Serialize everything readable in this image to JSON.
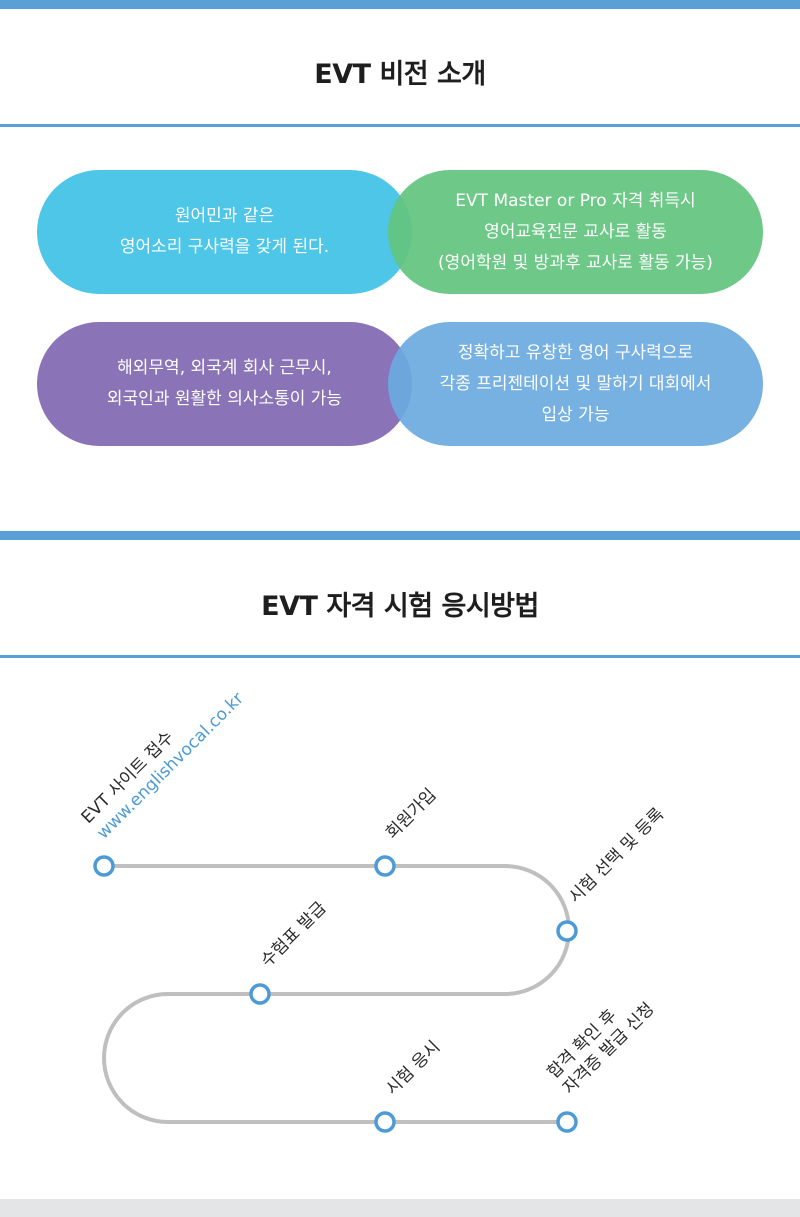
{
  "vision": {
    "title": "EVT 비전 소개",
    "pills": [
      {
        "lines": [
          "원어민과 같은",
          "영어소리 구사력을 갖게 된다."
        ],
        "color": "#4ec6e8"
      },
      {
        "lines": [
          "EVT Master or Pro 자격 취득시",
          "영어교육전문 교사로 활동",
          "(영어학원 및 방과후 교사로 활동 가능)"
        ],
        "color": "#62c47e"
      },
      {
        "lines": [
          "해외무역, 외국계 회사 근무시,",
          "외국인과 원활한 의사소통이 가능"
        ],
        "color": "#8b73b7"
      },
      {
        "lines": [
          "정확하고 유창한 영어 구사력으로",
          "각종 프리젠테이션 및 말하기 대회에서",
          "입상 가능"
        ],
        "color": "#6aaae0"
      }
    ]
  },
  "method": {
    "title": "EVT 자격 시험 응시방법",
    "steps": [
      {
        "label": "EVT 사이트 접수",
        "sub": "www.englishvocal.co.kr"
      },
      {
        "label": "회원가입"
      },
      {
        "label": "시험 선택 및 등록"
      },
      {
        "label": "수험표 발급"
      },
      {
        "label": "시험 응시"
      },
      {
        "label": "합격 확인 후",
        "sub2": "자격증 발급 신청"
      }
    ]
  },
  "colors": {
    "accent": "#5a9fd6",
    "path": "#bfbfbf",
    "node": "#4c9ad6",
    "url": "#4c9ad6"
  }
}
